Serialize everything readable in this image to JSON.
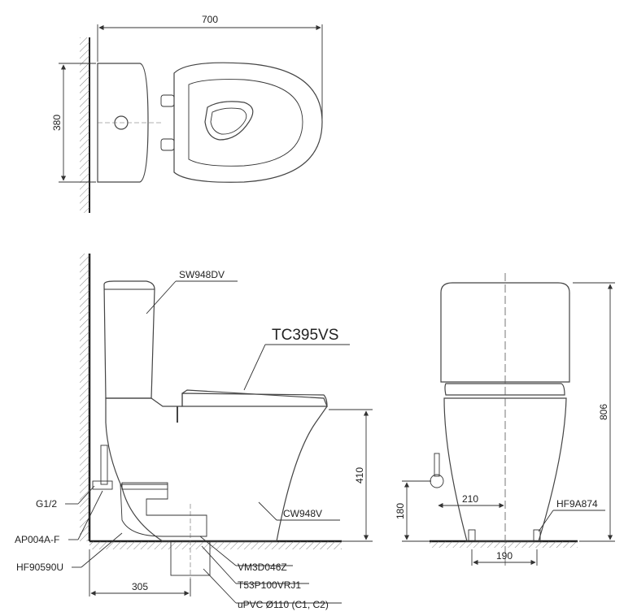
{
  "top_view": {
    "width_dim": "700",
    "depth_dim": "380"
  },
  "side_view": {
    "tank_label": "SW948DV",
    "model_label": "TC395VS",
    "bowl_label": "CW948V",
    "seat_height_dim": "410",
    "rough_in_dim": "305",
    "left_labels": [
      "G1/2",
      "AP004A-F",
      "HF90590U"
    ],
    "bottom_labels": [
      "VM3D046Z",
      "T53P100VRJ1",
      "uPVC Ø110 (C1, C2)"
    ]
  },
  "front_view": {
    "height_dim": "806",
    "supply_height_dim": "180",
    "supply_offset_dim": "210",
    "bolt_spacing_dim": "190",
    "bolt_label": "HF9A874"
  }
}
